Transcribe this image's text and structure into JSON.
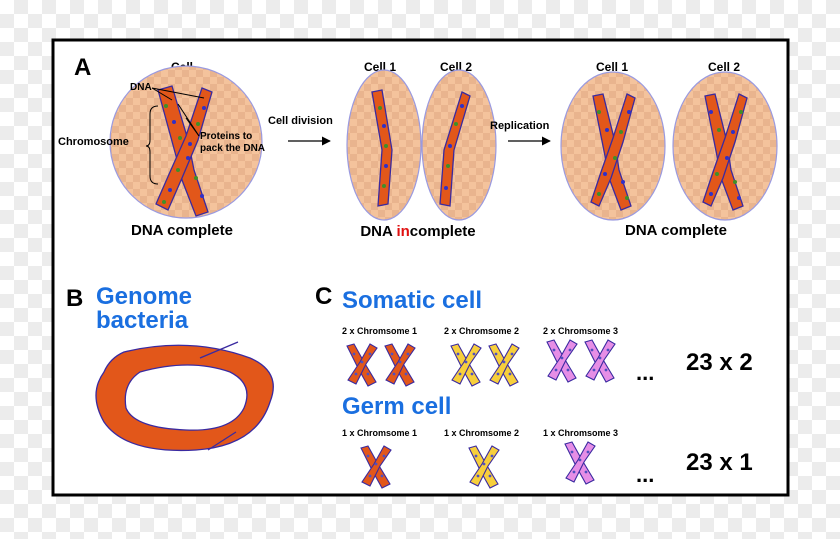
{
  "panels": {
    "a": {
      "letter": "A",
      "cell_title": "Cell",
      "label_dna": "DNA",
      "label_chromosome": "Chromosome",
      "label_proteins_line1": "Proteins to",
      "label_proteins_line2": "pack the DNA",
      "arrow_cell_division": "Cell division",
      "arrow_replication": "Replication",
      "cell1_title": "Cell 1",
      "cell2_title": "Cell 2",
      "caption_left": "DNA complete",
      "caption_middle_pre": "DNA ",
      "caption_middle_highlight": "in",
      "caption_middle_post": "complete",
      "caption_right": "DNA complete"
    },
    "b": {
      "letter": "B",
      "title_line1": "Genome",
      "title_line2": "bacteria"
    },
    "c": {
      "letter": "C",
      "somatic_title": "Somatic cell",
      "somatic_labels": [
        "2 x Chromsome 1",
        "2 x Chromsome 2",
        "2 x Chromsome 3"
      ],
      "somatic_ellipsis": "...",
      "somatic_count": "23 x 2",
      "germ_title": "Germ cell",
      "germ_labels": [
        "1 x Chromsome 1",
        "1 x Chromsome 2",
        "1 x Chromsome 3"
      ],
      "germ_ellipsis": "...",
      "germ_count": "23 x 1"
    }
  },
  "colors": {
    "frame": "#000000",
    "cell_fill": "#f4c39c",
    "cell_stroke": "#9a9ae0",
    "chromosome_orange": "#e2571a",
    "chromosome_yellow": "#f7cf3c",
    "chromosome_pink": "#e68ee6",
    "chromosome_outline": "#3a2aa0",
    "dot_green": "#3f8f2a",
    "dot_blue": "#3030c8",
    "title_blue": "#1a6fe0",
    "highlight_red": "#e01010"
  }
}
